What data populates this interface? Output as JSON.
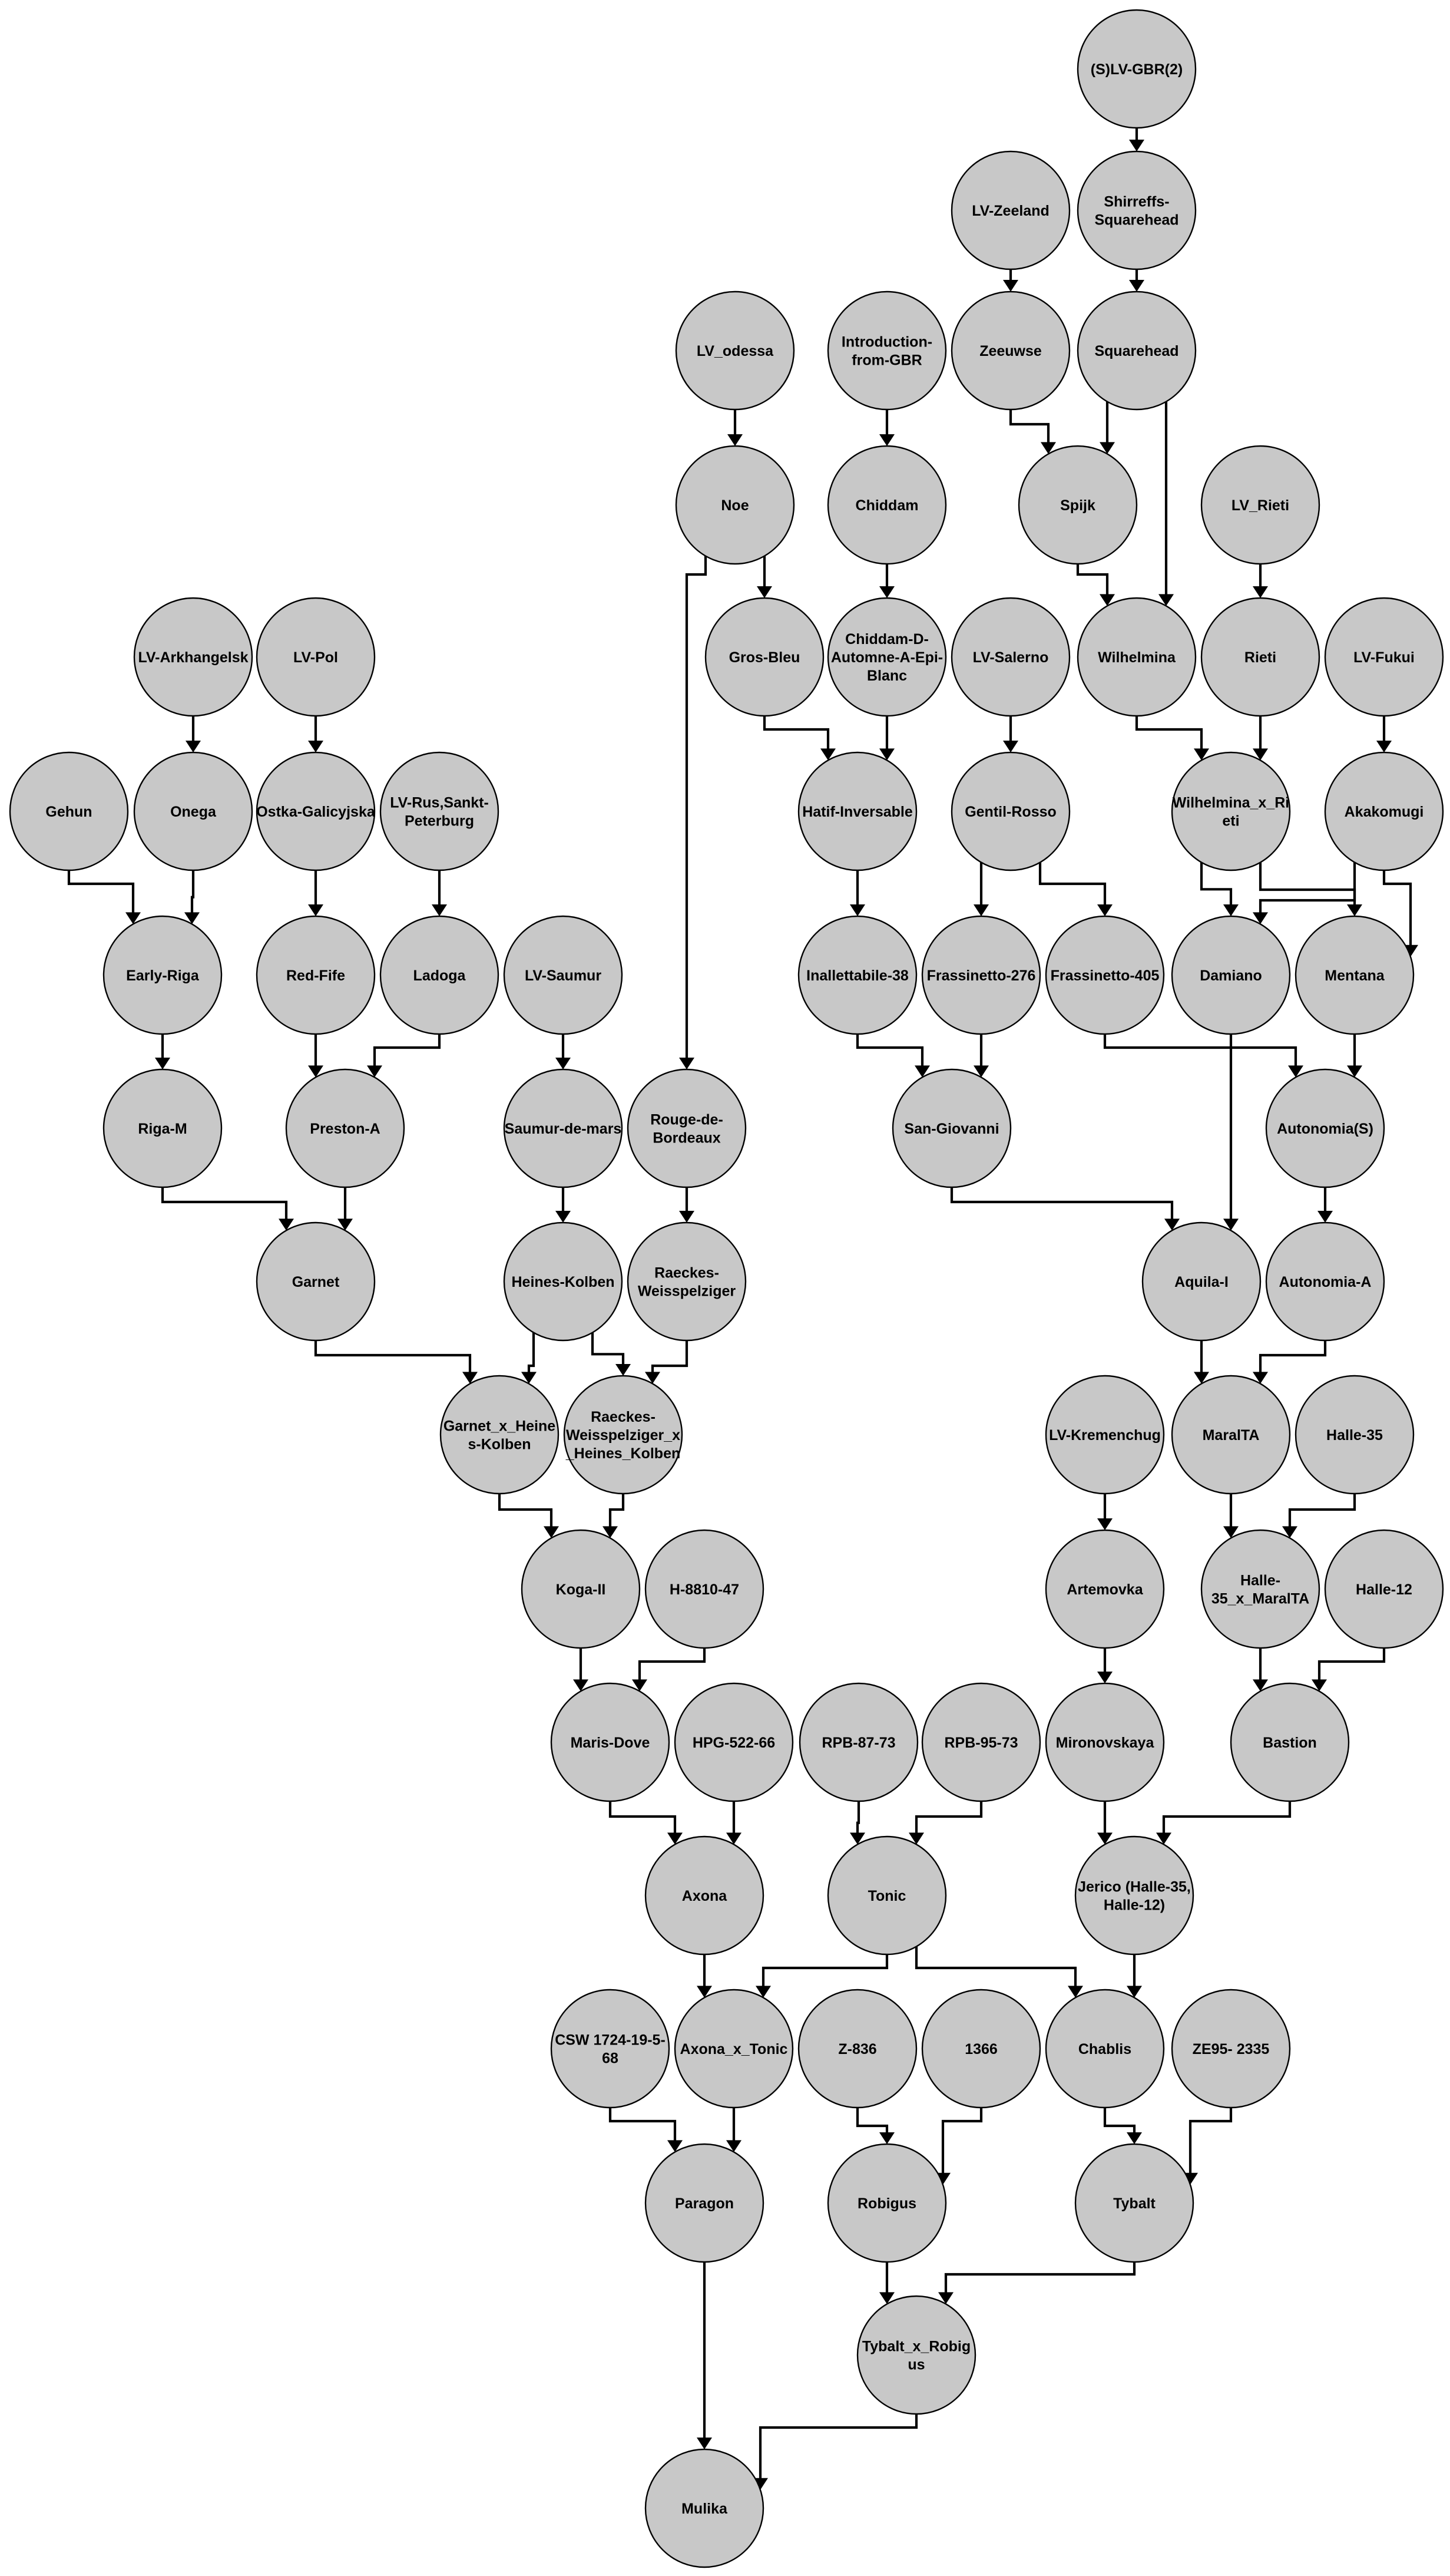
{
  "diagram": {
    "type": "pedigree",
    "colors": {
      "node_fill": "#c8c8c8",
      "node_stroke": "#000000",
      "edge": "#000000",
      "background": "#ffffff"
    },
    "nodes": [
      {
        "id": "s_lv_gbr2",
        "label": [
          "(S)LV-GBR(2)"
        ]
      },
      {
        "id": "lv_zeeland",
        "label": [
          "LV-Zeeland"
        ]
      },
      {
        "id": "shirreffs",
        "label": [
          "Shirreffs-",
          "Squarehead"
        ]
      },
      {
        "id": "lv_odessa",
        "label": [
          "LV_odessa"
        ]
      },
      {
        "id": "intro_gbr",
        "label": [
          "Introduction-",
          "from-GBR"
        ]
      },
      {
        "id": "zeeuwse",
        "label": [
          "Zeeuwse"
        ]
      },
      {
        "id": "squarehead",
        "label": [
          "Squarehead"
        ]
      },
      {
        "id": "noe",
        "label": [
          "Noe"
        ]
      },
      {
        "id": "chiddam",
        "label": [
          "Chiddam"
        ]
      },
      {
        "id": "spijk",
        "label": [
          "Spijk"
        ]
      },
      {
        "id": "lv_rieti",
        "label": [
          "LV_Rieti"
        ]
      },
      {
        "id": "lv_arkhangelsk",
        "label": [
          "LV-Arkhangelsk"
        ]
      },
      {
        "id": "lv_pol",
        "label": [
          "LV-Pol"
        ]
      },
      {
        "id": "gros_bleu",
        "label": [
          "Gros-Bleu"
        ]
      },
      {
        "id": "chiddam_d",
        "label": [
          "Chiddam-D-",
          "Automne-A-Epi-",
          "Blanc"
        ]
      },
      {
        "id": "lv_salerno",
        "label": [
          "LV-Salerno"
        ]
      },
      {
        "id": "wilhelmina",
        "label": [
          "Wilhelmina"
        ]
      },
      {
        "id": "rieti",
        "label": [
          "Rieti"
        ]
      },
      {
        "id": "lv_fukui",
        "label": [
          "LV-Fukui"
        ]
      },
      {
        "id": "gehun",
        "label": [
          "Gehun"
        ]
      },
      {
        "id": "onega",
        "label": [
          "Onega"
        ]
      },
      {
        "id": "ostka",
        "label": [
          "Ostka-Galicyjska"
        ]
      },
      {
        "id": "lv_rus",
        "label": [
          "LV-Rus,Sankt-",
          "Peterburg"
        ]
      },
      {
        "id": "hatif",
        "label": [
          "Hatif-Inversable"
        ]
      },
      {
        "id": "gentil_rosso",
        "label": [
          "Gentil-Rosso"
        ]
      },
      {
        "id": "wil_x_rieti",
        "label": [
          "Wilhelmina_x_Ri",
          "eti"
        ]
      },
      {
        "id": "akakomugi",
        "label": [
          "Akakomugi"
        ]
      },
      {
        "id": "early_riga",
        "label": [
          "Early-Riga"
        ]
      },
      {
        "id": "red_fife",
        "label": [
          "Red-Fife"
        ]
      },
      {
        "id": "ladoga",
        "label": [
          "Ladoga"
        ]
      },
      {
        "id": "lv_saumur",
        "label": [
          "LV-Saumur"
        ]
      },
      {
        "id": "inallettabile",
        "label": [
          "Inallettabile-38"
        ]
      },
      {
        "id": "frassinetto276",
        "label": [
          "Frassinetto-276"
        ]
      },
      {
        "id": "frassinetto405",
        "label": [
          "Frassinetto-405"
        ]
      },
      {
        "id": "damiano",
        "label": [
          "Damiano"
        ]
      },
      {
        "id": "mentana",
        "label": [
          "Mentana"
        ]
      },
      {
        "id": "riga_m",
        "label": [
          "Riga-M"
        ]
      },
      {
        "id": "preston_a",
        "label": [
          "Preston-A"
        ]
      },
      {
        "id": "saumur_de_mars",
        "label": [
          "Saumur-de-mars"
        ]
      },
      {
        "id": "rouge_de_bordeaux",
        "label": [
          "Rouge-de-",
          "Bordeaux"
        ]
      },
      {
        "id": "san_giovanni",
        "label": [
          "San-Giovanni"
        ]
      },
      {
        "id": "autonomia_s",
        "label": [
          "Autonomia(S)"
        ]
      },
      {
        "id": "garnet",
        "label": [
          "Garnet"
        ]
      },
      {
        "id": "heines_kolben",
        "label": [
          "Heines-Kolben"
        ]
      },
      {
        "id": "raeckes",
        "label": [
          "Raeckes-",
          "Weisspelziger"
        ]
      },
      {
        "id": "aquila_i",
        "label": [
          "Aquila-I"
        ]
      },
      {
        "id": "autonomia_a",
        "label": [
          "Autonomia-A"
        ]
      },
      {
        "id": "garnet_x_heines",
        "label": [
          "Garnet_x_Heine",
          "s-Kolben"
        ]
      },
      {
        "id": "raeckes_x_heines",
        "label": [
          "Raeckes-",
          "Weisspelziger_x",
          "_Heines_Kolben"
        ]
      },
      {
        "id": "lv_kremenchug",
        "label": [
          "LV-Kremenchug"
        ]
      },
      {
        "id": "maralta",
        "label": [
          "MaralTA"
        ]
      },
      {
        "id": "halle35",
        "label": [
          "Halle-35"
        ]
      },
      {
        "id": "koga_ii",
        "label": [
          "Koga-II"
        ]
      },
      {
        "id": "h8810",
        "label": [
          "H-8810-47"
        ]
      },
      {
        "id": "artemovka",
        "label": [
          "Artemovka"
        ]
      },
      {
        "id": "halle35_x_maralta",
        "label": [
          "Halle-",
          "35_x_MaralTA"
        ]
      },
      {
        "id": "halle12",
        "label": [
          "Halle-12"
        ]
      },
      {
        "id": "maris_dove",
        "label": [
          "Maris-Dove"
        ]
      },
      {
        "id": "hpg522",
        "label": [
          "HPG-522-66"
        ]
      },
      {
        "id": "rpb87",
        "label": [
          "RPB-87-73"
        ]
      },
      {
        "id": "rpb95",
        "label": [
          "RPB-95-73"
        ]
      },
      {
        "id": "mironovskaya",
        "label": [
          "Mironovskaya"
        ]
      },
      {
        "id": "bastion",
        "label": [
          "Bastion"
        ]
      },
      {
        "id": "axona",
        "label": [
          "Axona"
        ]
      },
      {
        "id": "tonic",
        "label": [
          "Tonic"
        ]
      },
      {
        "id": "jerico",
        "label": [
          "Jerico (Halle-35,",
          "Halle-12)"
        ]
      },
      {
        "id": "csw1724",
        "label": [
          "CSW 1724-19-5-",
          "68"
        ]
      },
      {
        "id": "axona_x_tonic",
        "label": [
          "Axona_x_Tonic"
        ]
      },
      {
        "id": "z836",
        "label": [
          "Z-836"
        ]
      },
      {
        "id": "n1366",
        "label": [
          "1366"
        ]
      },
      {
        "id": "chablis",
        "label": [
          "Chablis"
        ]
      },
      {
        "id": "ze95",
        "label": [
          "ZE95- 2335"
        ]
      },
      {
        "id": "paragon",
        "label": [
          "Paragon"
        ]
      },
      {
        "id": "robigus",
        "label": [
          "Robigus"
        ]
      },
      {
        "id": "tybalt",
        "label": [
          "Tybalt"
        ]
      },
      {
        "id": "tybalt_x_robigus",
        "label": [
          "Tybalt_x_Robig",
          "us"
        ]
      },
      {
        "id": "mulika",
        "label": [
          "Mulika"
        ]
      }
    ],
    "edges": [
      {
        "from": "s_lv_gbr2",
        "to": "shirreffs"
      },
      {
        "from": "shirreffs",
        "to": "squarehead"
      },
      {
        "from": "lv_zeeland",
        "to": "zeeuwse"
      },
      {
        "from": "zeeuwse",
        "to": "spijk"
      },
      {
        "from": "squarehead",
        "to": "spijk"
      },
      {
        "from": "squarehead",
        "to": "wilhelmina"
      },
      {
        "from": "spijk",
        "to": "wilhelmina"
      },
      {
        "from": "lv_odessa",
        "to": "noe"
      },
      {
        "from": "noe",
        "to": "gros_bleu"
      },
      {
        "from": "noe",
        "to": "rouge_de_bordeaux"
      },
      {
        "from": "intro_gbr",
        "to": "chiddam"
      },
      {
        "from": "chiddam",
        "to": "chiddam_d"
      },
      {
        "from": "gros_bleu",
        "to": "hatif"
      },
      {
        "from": "chiddam_d",
        "to": "hatif"
      },
      {
        "from": "lv_rieti",
        "to": "rieti"
      },
      {
        "from": "wilhelmina",
        "to": "wil_x_rieti"
      },
      {
        "from": "rieti",
        "to": "wil_x_rieti"
      },
      {
        "from": "lv_fukui",
        "to": "akakomugi"
      },
      {
        "from": "lv_salerno",
        "to": "gentil_rosso"
      },
      {
        "from": "gentil_rosso",
        "to": "frassinetto276"
      },
      {
        "from": "gentil_rosso",
        "to": "frassinetto405"
      },
      {
        "from": "hatif",
        "to": "inallettabile"
      },
      {
        "from": "wil_x_rieti",
        "to": "damiano"
      },
      {
        "from": "wil_x_rieti",
        "to": "mentana"
      },
      {
        "from": "akakomugi",
        "to": "damiano"
      },
      {
        "from": "akakomugi",
        "to": "mentana"
      },
      {
        "from": "lv_arkhangelsk",
        "to": "onega"
      },
      {
        "from": "lv_pol",
        "to": "ostka"
      },
      {
        "from": "gehun",
        "to": "early_riga"
      },
      {
        "from": "onega",
        "to": "early_riga"
      },
      {
        "from": "ostka",
        "to": "red_fife"
      },
      {
        "from": "lv_rus",
        "to": "ladoga"
      },
      {
        "from": "early_riga",
        "to": "riga_m"
      },
      {
        "from": "red_fife",
        "to": "preston_a"
      },
      {
        "from": "ladoga",
        "to": "preston_a"
      },
      {
        "from": "lv_saumur",
        "to": "saumur_de_mars"
      },
      {
        "from": "inallettabile",
        "to": "san_giovanni"
      },
      {
        "from": "frassinetto276",
        "to": "san_giovanni"
      },
      {
        "from": "frassinetto405",
        "to": "autonomia_s"
      },
      {
        "from": "mentana",
        "to": "autonomia_s"
      },
      {
        "from": "riga_m",
        "to": "garnet"
      },
      {
        "from": "preston_a",
        "to": "garnet"
      },
      {
        "from": "saumur_de_mars",
        "to": "heines_kolben"
      },
      {
        "from": "rouge_de_bordeaux",
        "to": "raeckes"
      },
      {
        "from": "san_giovanni",
        "to": "aquila_i"
      },
      {
        "from": "damiano",
        "to": "aquila_i"
      },
      {
        "from": "autonomia_s",
        "to": "autonomia_a"
      },
      {
        "from": "garnet",
        "to": "garnet_x_heines"
      },
      {
        "from": "heines_kolben",
        "to": "garnet_x_heines"
      },
      {
        "from": "heines_kolben",
        "to": "raeckes_x_heines"
      },
      {
        "from": "raeckes",
        "to": "raeckes_x_heines"
      },
      {
        "from": "aquila_i",
        "to": "maralta"
      },
      {
        "from": "autonomia_a",
        "to": "maralta"
      },
      {
        "from": "lv_kremenchug",
        "to": "artemovka"
      },
      {
        "from": "garnet_x_heines",
        "to": "koga_ii"
      },
      {
        "from": "raeckes_x_heines",
        "to": "koga_ii"
      },
      {
        "from": "maralta",
        "to": "halle35_x_maralta"
      },
      {
        "from": "halle35",
        "to": "halle35_x_maralta"
      },
      {
        "from": "koga_ii",
        "to": "maris_dove"
      },
      {
        "from": "h8810",
        "to": "maris_dove"
      },
      {
        "from": "artemovka",
        "to": "mironovskaya"
      },
      {
        "from": "halle35_x_maralta",
        "to": "bastion"
      },
      {
        "from": "halle12",
        "to": "bastion"
      },
      {
        "from": "maris_dove",
        "to": "axona"
      },
      {
        "from": "hpg522",
        "to": "axona"
      },
      {
        "from": "rpb87",
        "to": "tonic"
      },
      {
        "from": "rpb95",
        "to": "tonic"
      },
      {
        "from": "mironovskaya",
        "to": "jerico"
      },
      {
        "from": "bastion",
        "to": "jerico"
      },
      {
        "from": "axona",
        "to": "axona_x_tonic"
      },
      {
        "from": "tonic",
        "to": "axona_x_tonic"
      },
      {
        "from": "tonic",
        "to": "chablis"
      },
      {
        "from": "jerico",
        "to": "chablis"
      },
      {
        "from": "csw1724",
        "to": "paragon"
      },
      {
        "from": "axona_x_tonic",
        "to": "paragon"
      },
      {
        "from": "z836",
        "to": "robigus"
      },
      {
        "from": "n1366",
        "to": "robigus"
      },
      {
        "from": "chablis",
        "to": "tybalt"
      },
      {
        "from": "ze95",
        "to": "tybalt"
      },
      {
        "from": "robigus",
        "to": "tybalt_x_robigus"
      },
      {
        "from": "tybalt",
        "to": "tybalt_x_robigus"
      },
      {
        "from": "paragon",
        "to": "mulika"
      },
      {
        "from": "tybalt_x_robigus",
        "to": "mulika"
      }
    ]
  }
}
